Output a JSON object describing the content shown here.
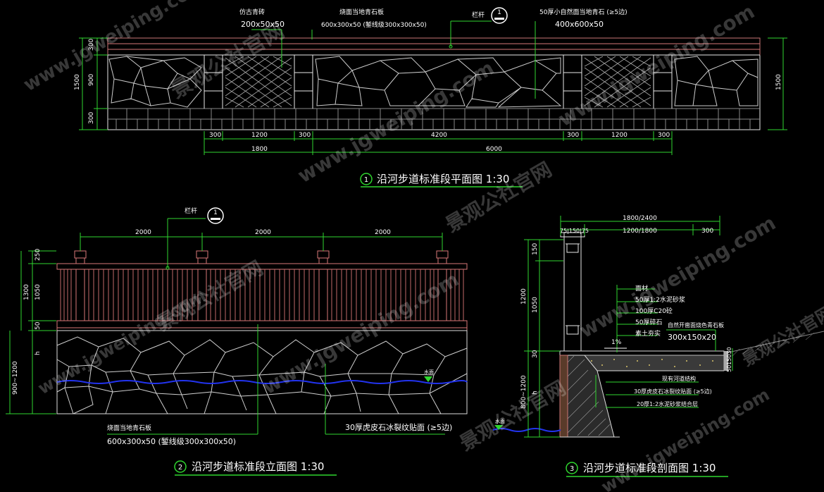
{
  "plan": {
    "labels": {
      "brick": "仿古青砖",
      "brick_size": "200x50x50",
      "slab": "烧面当地青石板",
      "slab_size": "600x300x50 (錾线级300x300x50)",
      "railing": "栏杆",
      "railing_ref": "1",
      "stone_note": "50厚小自然面当地青石 (≥5边)",
      "stone_size": "400x600x50"
    },
    "dims_vertical_left": [
      "300",
      "900",
      "300"
    ],
    "dim_total_left": "1500",
    "dim_total_right": "1500",
    "dims_bottom_row1": [
      "300",
      "1200",
      "300",
      "4200",
      "300",
      "1200",
      "300"
    ],
    "dims_bottom_row2": [
      "1800",
      "6000"
    ],
    "title_num": "1",
    "title": "沿河步道标准段平面图  1:30"
  },
  "elevation": {
    "railing": "栏杆",
    "railing_ref": "1",
    "spans": [
      "2000",
      "2000",
      "2000"
    ],
    "dims_left": [
      "250",
      "1050",
      "50",
      "h"
    ],
    "dims_left_total": [
      "1300",
      "900~1200"
    ],
    "water_label": "水面",
    "slab_label": "烧面当地青石板",
    "slab_size": "600x300x50 (錾线级300x300x50)",
    "stone_label": "30厚虎皮石冰裂纹贴面 (≥5边)",
    "title_num": "2",
    "title": "沿河步道标准段立面图  1:30"
  },
  "section": {
    "top_dims": [
      "1800/2400",
      "1200/1800",
      "300"
    ],
    "post_dims": "75|150|75",
    "left_dims": [
      "150",
      "1050",
      "1200",
      "30",
      "h",
      "800~1200"
    ],
    "layers": [
      "面材",
      "50厚1:2水泥砂浆",
      "100厚C20砼",
      "50厚碎石",
      "素土夯实"
    ],
    "stone_label": "自然开凿面烧色青石板",
    "stone_size": "300x150x20",
    "slope": "1%",
    "wall_labels": [
      "现有河道结构",
      "30厚虎皮石冰裂纹贴面 (≥5边)",
      "20厚1:2水泥砂浆结合层"
    ],
    "right_dims": "5015030",
    "water_label": "水面",
    "title_num": "3",
    "title": "沿河步道标准段剖面图  1:30"
  },
  "watermarks": [
    "景观公社官网",
    "www.jgweiping.com"
  ],
  "colors": {
    "dim": "#2fd62f",
    "hatch": "#d77777",
    "water": "#2233ee",
    "outline": "#e8e8e8"
  }
}
